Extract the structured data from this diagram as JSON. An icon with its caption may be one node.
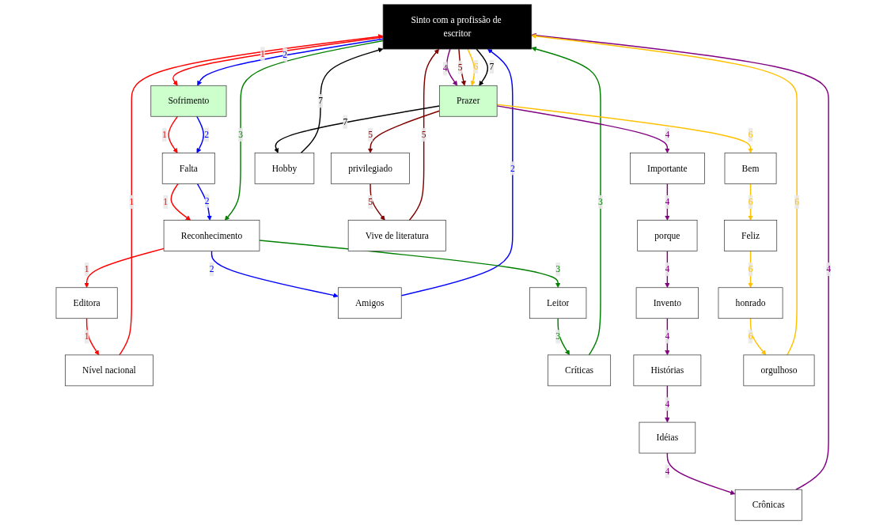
{
  "diagram": {
    "nodes": [
      {
        "text": [
          "Sinto com a profissão de escritor"
        ]
      },
      {
        "text": [
          "Sofrimento"
        ]
      },
      {
        "text": [
          "Falta"
        ]
      },
      {
        "text": [
          "Reconhecimento"
        ]
      },
      {
        "text": [
          "Editora"
        ]
      },
      {
        "text": [
          "Leitor"
        ]
      },
      {
        "text": [
          "Amigos"
        ]
      },
      {
        "text": [
          "Nível nacional"
        ]
      },
      {
        "text": [
          "Críticas"
        ]
      },
      {
        "text": [
          "Importante"
        ]
      },
      {
        "text": [
          "Prazer"
        ]
      },
      {
        "text": [
          "porque"
        ]
      },
      {
        "text": [
          "privilegiado"
        ]
      },
      {
        "text": [
          "Hobby"
        ]
      },
      {
        "text": [
          "Invento"
        ]
      },
      {
        "text": [
          "Bem"
        ]
      },
      {
        "text": [
          "Vive de literatura"
        ]
      },
      {
        "text": [
          "Histórias"
        ]
      },
      {
        "text": [
          "Feliz"
        ]
      },
      {
        "text": [
          "Idéias"
        ]
      },
      {
        "text": [
          "honrado"
        ]
      },
      {
        "text": [
          "Crônicas"
        ]
      },
      {
        "text": [
          "orgulhoso"
        ]
      }
    ],
    "edges": [
      {
        "from": 0,
        "to": 1,
        "arrow": "to",
        "label": "1",
        "color": "#ff0000"
      },
      {
        "from": 1,
        "to": 2,
        "arrow": "to",
        "label": "1",
        "color": "#ff0000"
      },
      {
        "from": 2,
        "to": 3,
        "arrow": "to",
        "label": "1",
        "color": "#ff0000"
      },
      {
        "from": 3,
        "to": 4,
        "arrow": "to",
        "label": "1",
        "color": "#ff0000"
      },
      {
        "from": 4,
        "to": 7,
        "arrow": "to",
        "label": "1",
        "color": "#ff0000"
      },
      {
        "from": 7,
        "to": 0,
        "arrow": "to",
        "label": "1",
        "color": "#ff0000"
      },
      {
        "from": 0,
        "to": 1,
        "arrow": "to",
        "label": "2",
        "color": "#0000ff"
      },
      {
        "from": 1,
        "to": 2,
        "arrow": "to",
        "label": "2",
        "color": "#0000ff"
      },
      {
        "from": 2,
        "to": 3,
        "arrow": "to",
        "label": "2",
        "color": "#0000ff"
      },
      {
        "from": 3,
        "to": 6,
        "arrow": "to",
        "label": "2",
        "color": "#0000ff"
      },
      {
        "from": 6,
        "to": 0,
        "arrow": "to",
        "label": "2",
        "color": "#0000ff"
      },
      {
        "from": 0,
        "to": 3,
        "arrow": "to",
        "label": "3",
        "color": "#008000"
      },
      {
        "from": 3,
        "to": 5,
        "arrow": "to",
        "label": "3",
        "color": "#008000"
      },
      {
        "from": 5,
        "to": 8,
        "arrow": "to",
        "label": "3",
        "color": "#008000"
      },
      {
        "from": 8,
        "to": 0,
        "arrow": "to",
        "label": "3",
        "color": "#008000"
      },
      {
        "from": 0,
        "to": 10,
        "arrow": "to",
        "label": "4",
        "color": "#800080"
      },
      {
        "from": 10,
        "to": 9,
        "arrow": "to",
        "label": "4",
        "color": "#800080"
      },
      {
        "from": 9,
        "to": 11,
        "arrow": "to",
        "label": "4",
        "color": "#800080"
      },
      {
        "from": 11,
        "to": 14,
        "arrow": "to",
        "label": "4",
        "color": "#800080"
      },
      {
        "from": 14,
        "to": 17,
        "arrow": "to",
        "label": "4",
        "color": "#800080"
      },
      {
        "from": 17,
        "to": 19,
        "arrow": "to",
        "label": "4",
        "color": "#800080"
      },
      {
        "from": 19,
        "to": 21,
        "arrow": "to",
        "label": "4",
        "color": "#800080"
      },
      {
        "from": 21,
        "to": 0,
        "arrow": "to",
        "label": "4",
        "color": "#800080"
      },
      {
        "from": 0,
        "to": 10,
        "arrow": "to",
        "label": "5",
        "color": "#800000"
      },
      {
        "from": 10,
        "to": 12,
        "arrow": "to",
        "label": "5",
        "color": "#800000"
      },
      {
        "from": 12,
        "to": 16,
        "arrow": "to",
        "label": "5",
        "color": "#800000"
      },
      {
        "from": 16,
        "to": 0,
        "arrow": "to",
        "label": "5",
        "color": "#800000"
      },
      {
        "from": 0,
        "to": 10,
        "arrow": "to",
        "label": "6",
        "color": "#ffc000"
      },
      {
        "from": 10,
        "to": 15,
        "arrow": "to",
        "label": "6",
        "color": "#ffc000"
      },
      {
        "from": 15,
        "to": 18,
        "arrow": "to",
        "label": "6",
        "color": "#ffc000"
      },
      {
        "from": 18,
        "to": 20,
        "arrow": "to",
        "label": "6",
        "color": "#ffc000"
      },
      {
        "from": 20,
        "to": 22,
        "arrow": "to",
        "label": "6",
        "color": "#ffc000"
      },
      {
        "from": 22,
        "to": 0,
        "arrow": "to",
        "label": "6",
        "color": "#ffc000"
      },
      {
        "from": 0,
        "to": 10,
        "arrow": "to",
        "label": "7",
        "color": "#000000"
      },
      {
        "from": 10,
        "to": 13,
        "arrow": "to",
        "label": "7",
        "color": "#000000"
      },
      {
        "from": 13,
        "to": 0,
        "arrow": "to",
        "label": "7",
        "color": "#000000"
      }
    ]
  }
}
